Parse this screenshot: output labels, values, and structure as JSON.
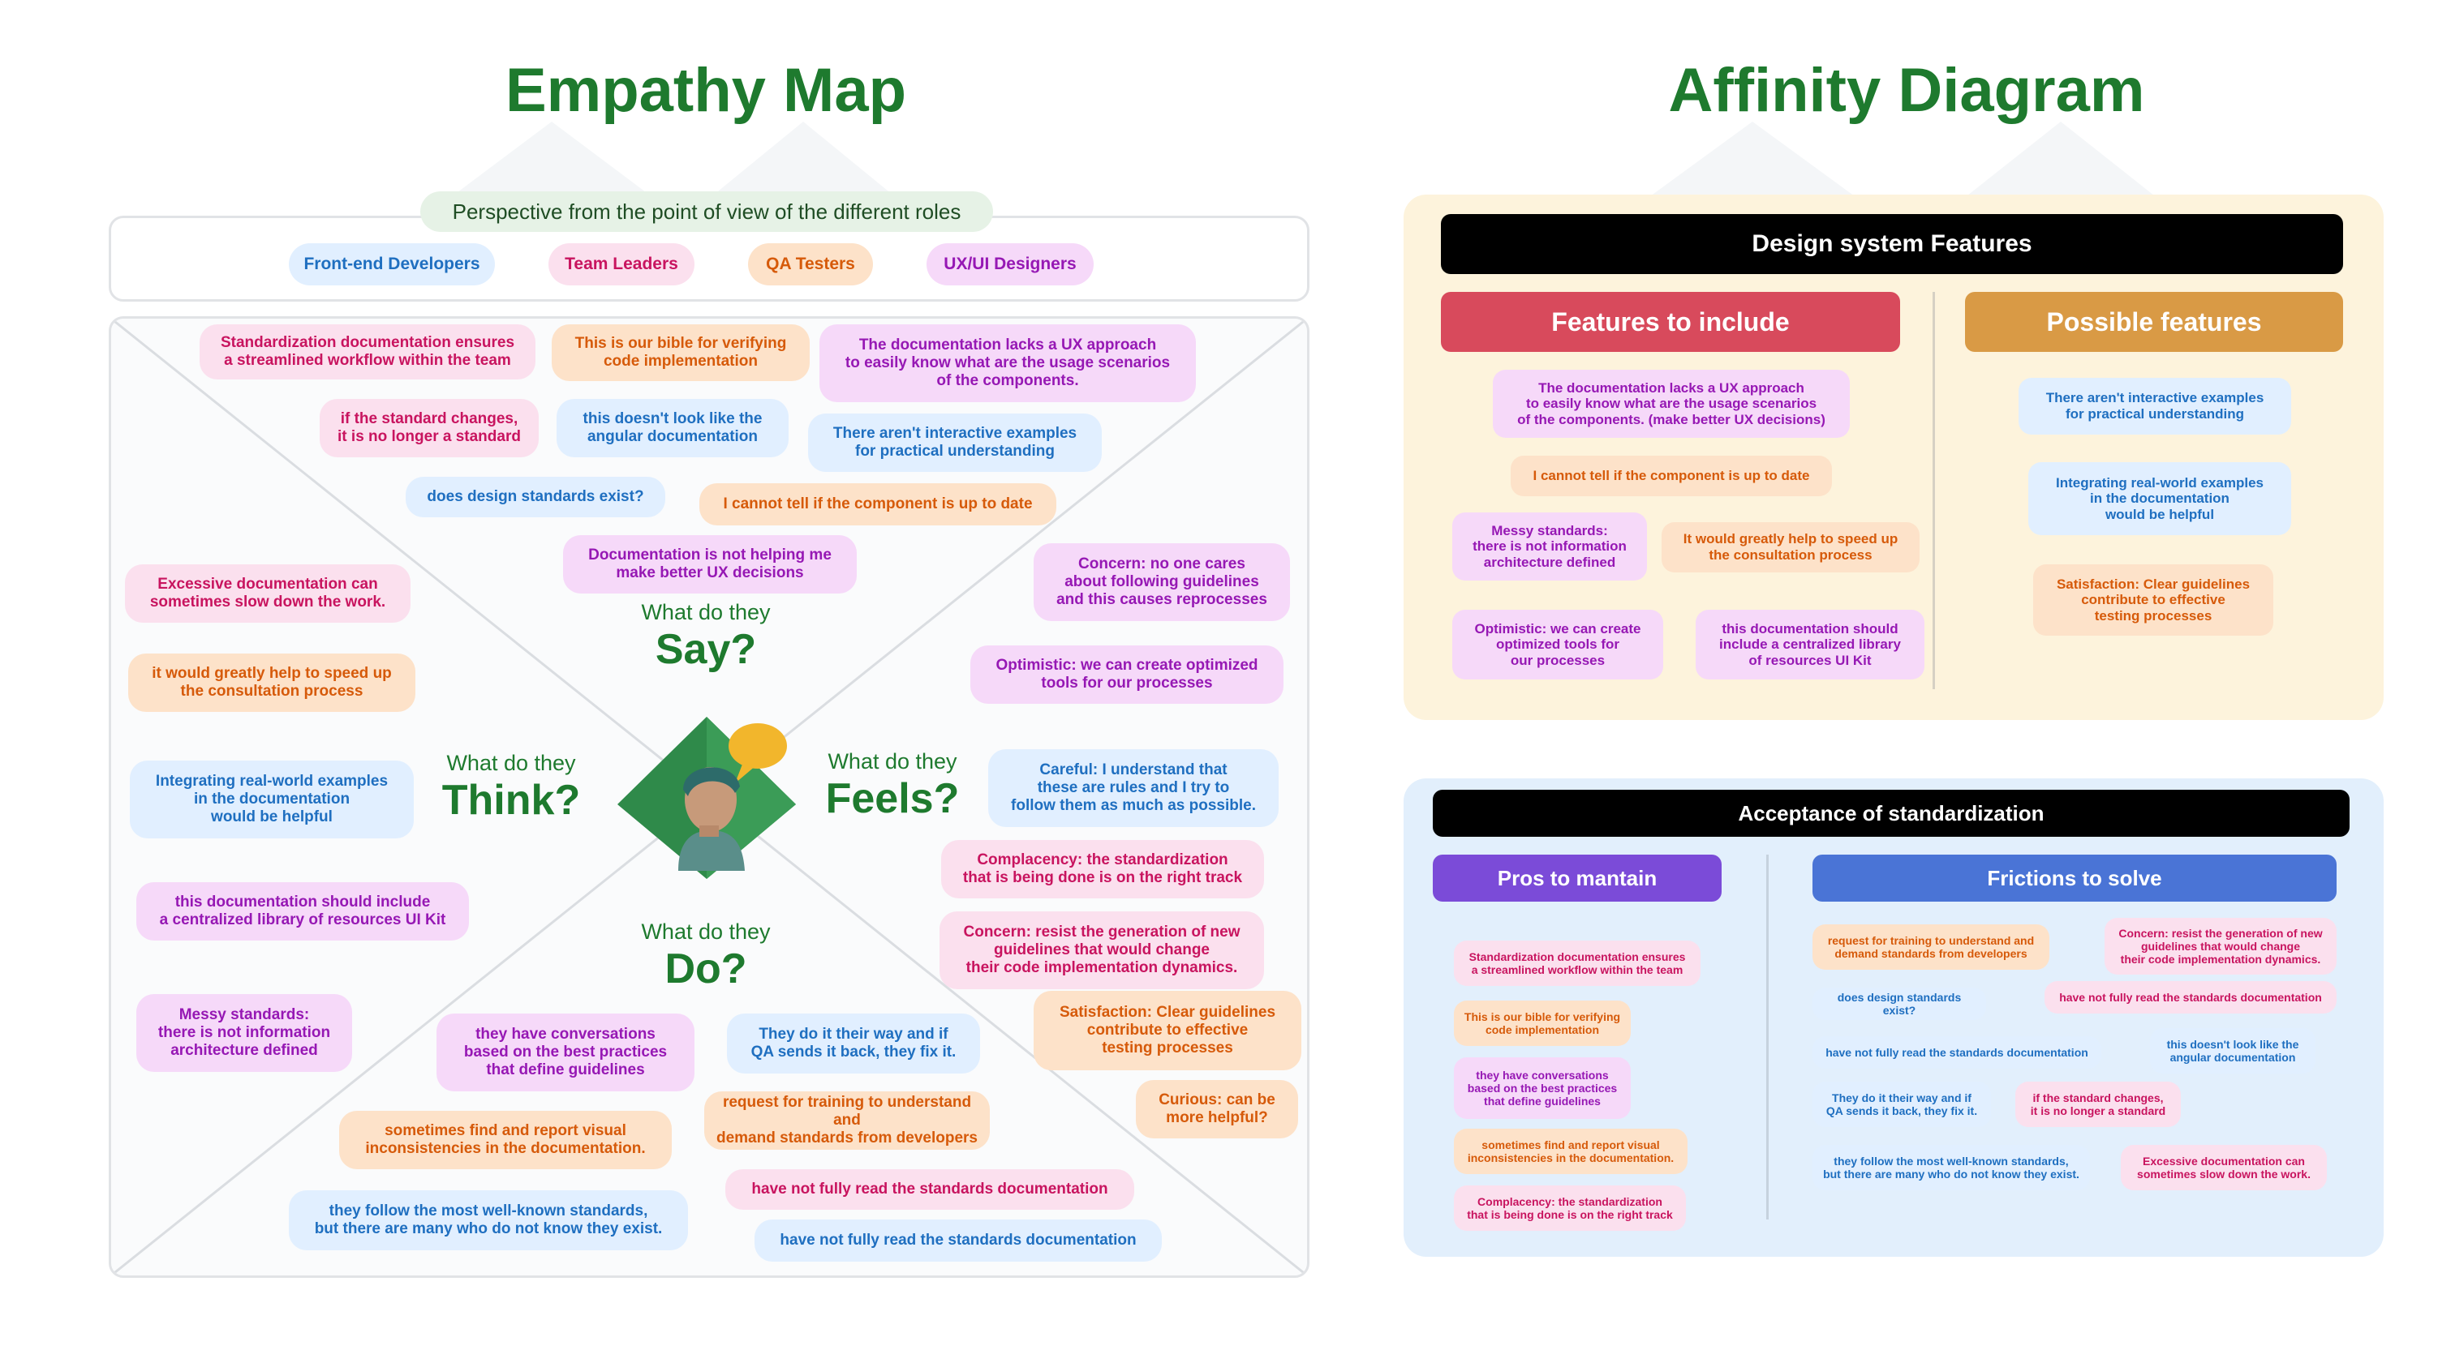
{
  "empathy_map": {
    "title": "Empathy Map",
    "perspective": "Perspective from the point of view of the different roles",
    "roles": [
      "Front-end Developers",
      "Team Leaders",
      "QA Testers",
      "UX/UI Designers"
    ],
    "questions": {
      "say_prefix": "What do they",
      "say": "Say?",
      "think_prefix": "What do they",
      "think": "Think?",
      "feels_prefix": "What do they",
      "feels": "Feels?",
      "do_prefix": "What do they",
      "do": "Do?"
    },
    "notes": [
      "Standardization documentation ensures\na streamlined workflow within the team",
      "This is our bible for verifying\ncode implementation",
      "The documentation lacks a UX approach\nto easily know what are the usage scenarios\nof the components.",
      "if the standard changes,\nit is no longer a standard",
      "this doesn't look like the\nangular documentation",
      "There aren't interactive examples\nfor practical understanding",
      "does design standards exist?",
      "I cannot tell if the component is up to date",
      "Documentation is not helping me\nmake better UX decisions",
      "Concern: no one cares\nabout following guidelines\nand this causes reprocesses",
      "Excessive documentation can\nsometimes slow down the work.",
      "Optimistic: we can create optimized\ntools for our processes",
      "it would greatly help to speed up\nthe consultation process",
      "Integrating real-world examples\nin the documentation\nwould be helpful",
      "Careful: I understand that\nthese are rules and I try to\nfollow them as much as possible.",
      "Complacency: the standardization\nthat is being done is on the right track",
      "this documentation should include\na centralized library of resources UI Kit",
      "Concern: resist the generation of new\nguidelines that would change\ntheir code implementation dynamics.",
      "Messy standards:\nthere is not information\narchitecture defined",
      "they have conversations\nbased on the best practices\nthat define guidelines",
      "They do it their way and if\nQA sends it back, they fix it.",
      "Satisfaction: Clear guidelines\ncontribute to effective\ntesting processes",
      "Curious: can be\nmore helpful?",
      "sometimes find and report visual\ninconsistencies in the documentation.",
      "request for training to understand and\ndemand standards from developers",
      "have not fully read the standards documentation",
      "they follow the most well-known standards,\nbut there are many who do not know they exist.",
      "have not fully read the standards documentation"
    ]
  },
  "affinity_diagram": {
    "title": "Affinity Diagram",
    "features": {
      "header": "Design system Features",
      "include_header": "Features to include",
      "possible_header": "Possible features",
      "include_notes": [
        "The documentation lacks a UX approach\nto easily know what are the usage scenarios\nof the components. (make better UX decisions)",
        "I cannot tell if the component is up to date",
        "Messy standards:\nthere is not information\narchitecture defined",
        "It would greatly help to speed up\nthe consultation process",
        "Optimistic: we can create\noptimized tools for\nour processes",
        "this documentation should\ninclude a centralized library\nof resources UI Kit"
      ],
      "possible_notes": [
        "There aren't interactive examples\nfor practical understanding",
        "Integrating real-world examples\nin the documentation\nwould be helpful",
        "Satisfaction: Clear guidelines\ncontribute to effective\ntesting processes"
      ]
    },
    "acceptance": {
      "header": "Acceptance of standardization",
      "pros_header": "Pros to mantain",
      "frictions_header": "Frictions to solve",
      "pros_notes": [
        "Standardization documentation ensures\na streamlined workflow within the team",
        "This is our bible for verifying\ncode implementation",
        "they have conversations\nbased on the best practices\nthat define guidelines",
        "sometimes find and report visual\ninconsistencies in the documentation.",
        "Complacency: the standardization\nthat is being done is on the right track"
      ],
      "friction_notes": [
        "request for training to understand and\ndemand standards from developers",
        "Concern: resist the generation of new\nguidelines that would change\ntheir code implementation dynamics.",
        "does design standards exist?",
        "have not fully read the standards documentation",
        "have not fully read the standards documentation",
        "this doesn't look like the\nangular documentation",
        "They do it their way and if\nQA sends it back, they fix it.",
        "if the standard changes,\nit is no longer a standard",
        "they follow the most well-known standards,\nbut there are many who do not know they exist.",
        "Excessive documentation can\nsometimes slow down the work."
      ]
    }
  },
  "colors": {
    "title_green": "#1e7a2e",
    "pink": "#c8145f",
    "orange": "#d65a0a",
    "purple": "#9618b4",
    "blue": "#1f6fc0",
    "include_red": "#d84a5c",
    "possible_orange": "#d99a45",
    "pros_purple": "#7b4bd8",
    "frictions_blue": "#4a74d6"
  }
}
